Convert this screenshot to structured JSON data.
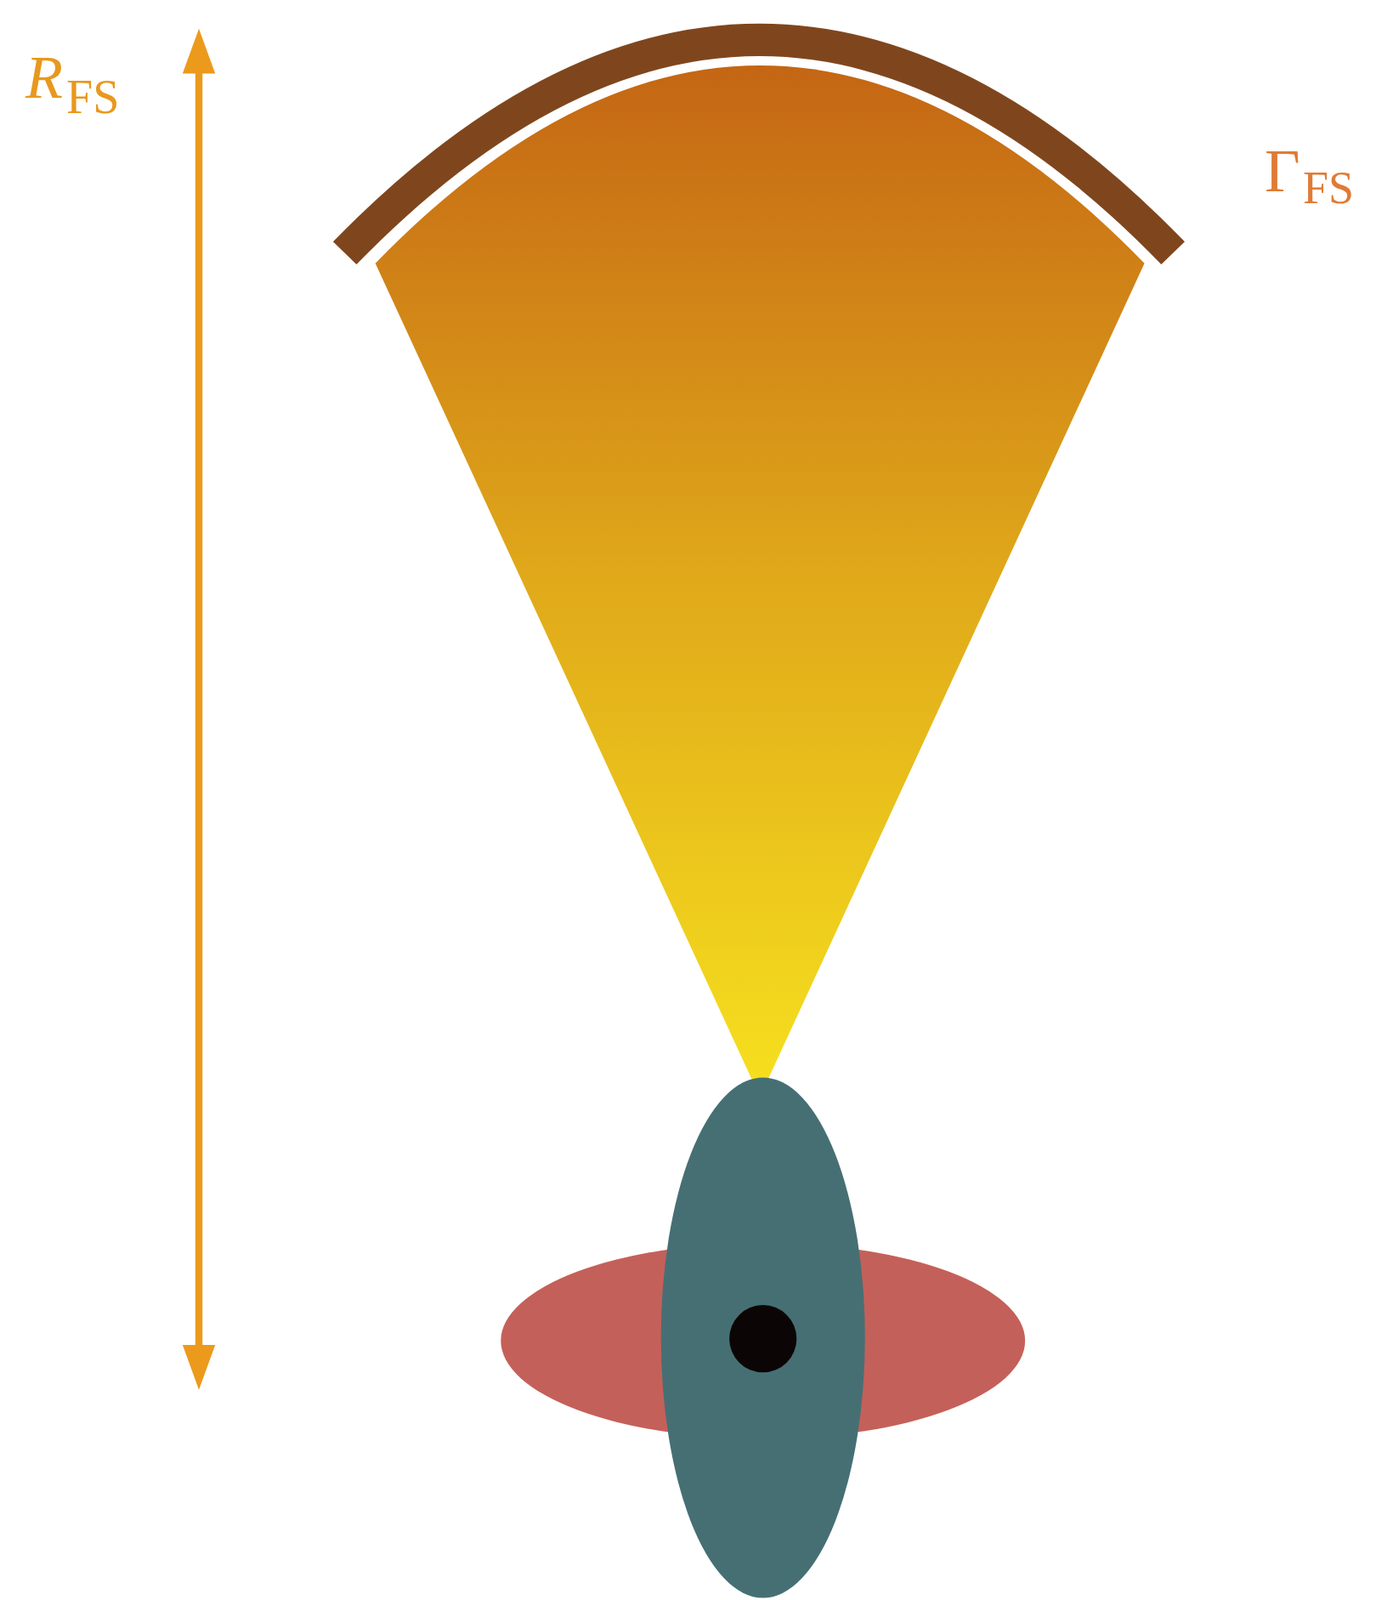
{
  "diagram": {
    "labels": [
      "R",
      "FS",
      "Γ",
      "FS"
    ]
  }
}
